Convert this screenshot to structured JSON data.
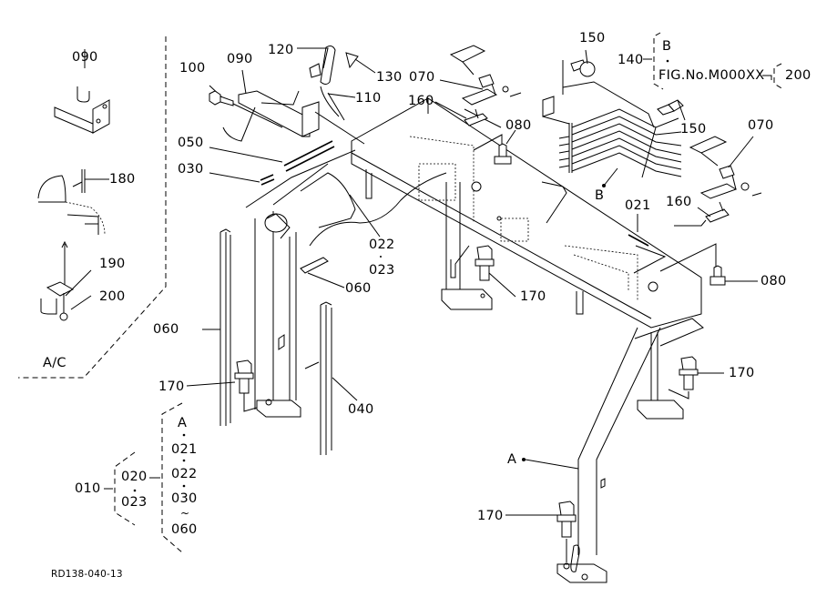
{
  "drawing": {
    "reference_code": "RD138-040-13",
    "inset_label": "A/C"
  },
  "callouts": {
    "inset_090": "090",
    "inset_180": "180",
    "inset_190": "190",
    "inset_200": "200",
    "c100": "100",
    "c090": "090",
    "c120": "120",
    "c130": "130",
    "c110": "110",
    "c070_left": "070",
    "c160_left": "160",
    "c080_top": "080",
    "c150_top": "150",
    "c150_right": "150",
    "c070_right": "070",
    "c160_right": "160",
    "c021": "021",
    "c080_right": "080",
    "c050": "050",
    "c030": "030",
    "c022": "022",
    "c023": "023",
    "c060_small": "060",
    "c060_left": "060",
    "c170_left": "170",
    "c040": "040",
    "c170_center": "170",
    "c170_right": "170",
    "c170_bottom": "170",
    "marker_A": "A",
    "marker_B": "B"
  },
  "group_140": {
    "number": "140",
    "items": [
      "B",
      "FIG.No.M000XX"
    ],
    "link": "200"
  },
  "group_010": {
    "number": "010",
    "sub_items": [
      "020",
      "023"
    ],
    "assembly_items": [
      "A",
      "021",
      "022",
      "030",
      "~",
      "060"
    ]
  }
}
